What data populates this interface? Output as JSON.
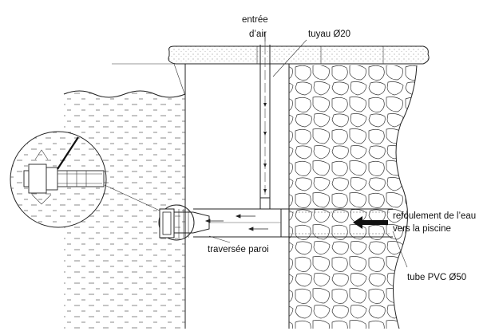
{
  "labels": {
    "air_inlet_line1": "entrée",
    "air_inlet_line2": "d’air",
    "pipe_20": "tuyau Ø20",
    "discharge_line1": "refoulement de l’eau",
    "discharge_line2": "vers la piscine",
    "wall_fitting": "traversée paroi",
    "pvc_tube_50": "tube PVC Ø50"
  },
  "colors": {
    "line": "#222222",
    "background": "#ffffff"
  }
}
